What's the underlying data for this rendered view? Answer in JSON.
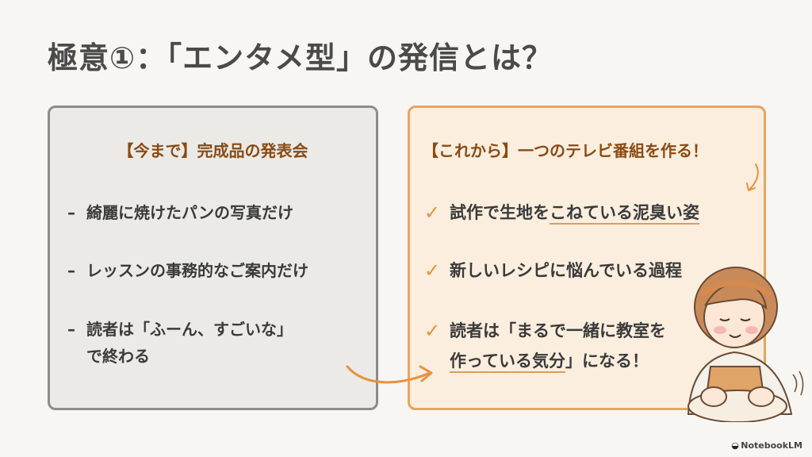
{
  "title": "極意①：「エンタメ型」の発信とは？",
  "left_panel": {
    "heading": "【今まで】完成品の発表会",
    "items": [
      {
        "mark": "–",
        "text": "綺麗に焼けたパンの写真だけ"
      },
      {
        "mark": "–",
        "text": "レッスンの事務的なご案内だけ"
      },
      {
        "mark": "–",
        "line1": "読者は「ふーん、すごいな」",
        "line2": "で終わる"
      }
    ]
  },
  "right_panel": {
    "heading": "【これから】一つのテレビ番組を作る！",
    "items": [
      {
        "check": "✓",
        "text_plain": "試作で生地を",
        "text_underlined": "こねている泥臭い姿"
      },
      {
        "check": "✓",
        "text": "新しいレシピに悩んでいる過程"
      },
      {
        "check": "✓",
        "line1": "読者は「まるで一緒に教室を",
        "line2_underlined": "作っている気分",
        "line2_rest": "」になる！"
      }
    ]
  },
  "brand": {
    "icon": "notebooklm-icon",
    "label": "NotebookLM"
  },
  "colors": {
    "accent": "#e6913f",
    "heading": "#8a4a14",
    "left_border": "#8c8c8c",
    "right_border": "#e7a560"
  }
}
